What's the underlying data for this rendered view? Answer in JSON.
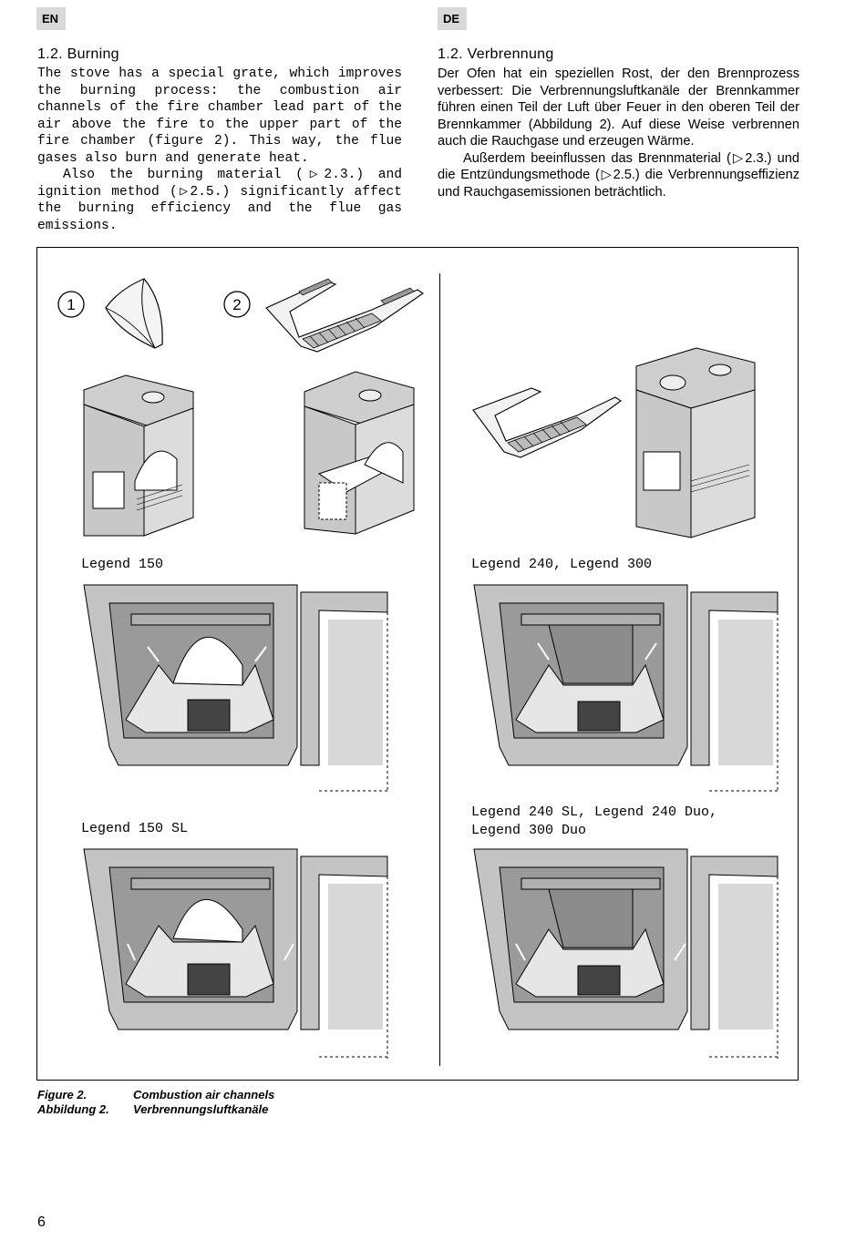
{
  "en": {
    "tag": "EN",
    "heading": "1.2. Burning",
    "para1": "The stove has a special grate, which improves the burning process: the combustion air channels of the fire chamber lead part of the air above the fire to the upper part of the fire chamber (figure 2). This way, the flue gases also burn and generate heat.",
    "para2": "Also the burning material (▷2.3.) and ignition method (▷2.5.) significantly affect the burning efficiency and the flue gas emissions."
  },
  "de": {
    "tag": "DE",
    "heading": "1.2. Verbrennung",
    "para1": "Der Ofen hat ein speziellen Rost, der den Brennprozess verbessert: Die Verbrennungsluftkanäle der Brennkammer führen einen Teil der Luft über Feuer in den oberen Teil der Brennkammer (Abbildung 2). Auf diese Weise verbrennen auch die Rauchgase und erzeugen Wärme.",
    "para2": "Außerdem beeinflussen das Brennmaterial (▷2.3.) und die Entzündungsmethode (▷2.5.) die Verbrennungseffizienz und Rauchgasemissionen beträchtlich."
  },
  "figure": {
    "step1": "1",
    "step2": "2",
    "label_150": "Legend 150",
    "label_240_300": "Legend 240, Legend 300",
    "label_150sl": "Legend 150 SL",
    "label_240sl_line1": "Legend 240 SL, Legend 240 Duo,",
    "label_240sl_line2": "Legend 300 Duo"
  },
  "captions": {
    "en_num": "Figure 2.",
    "en_text": "Combustion air channels",
    "de_num": "Abbildung 2.",
    "de_text": "Verbrennungsluftkanäle"
  },
  "page_number": "6"
}
